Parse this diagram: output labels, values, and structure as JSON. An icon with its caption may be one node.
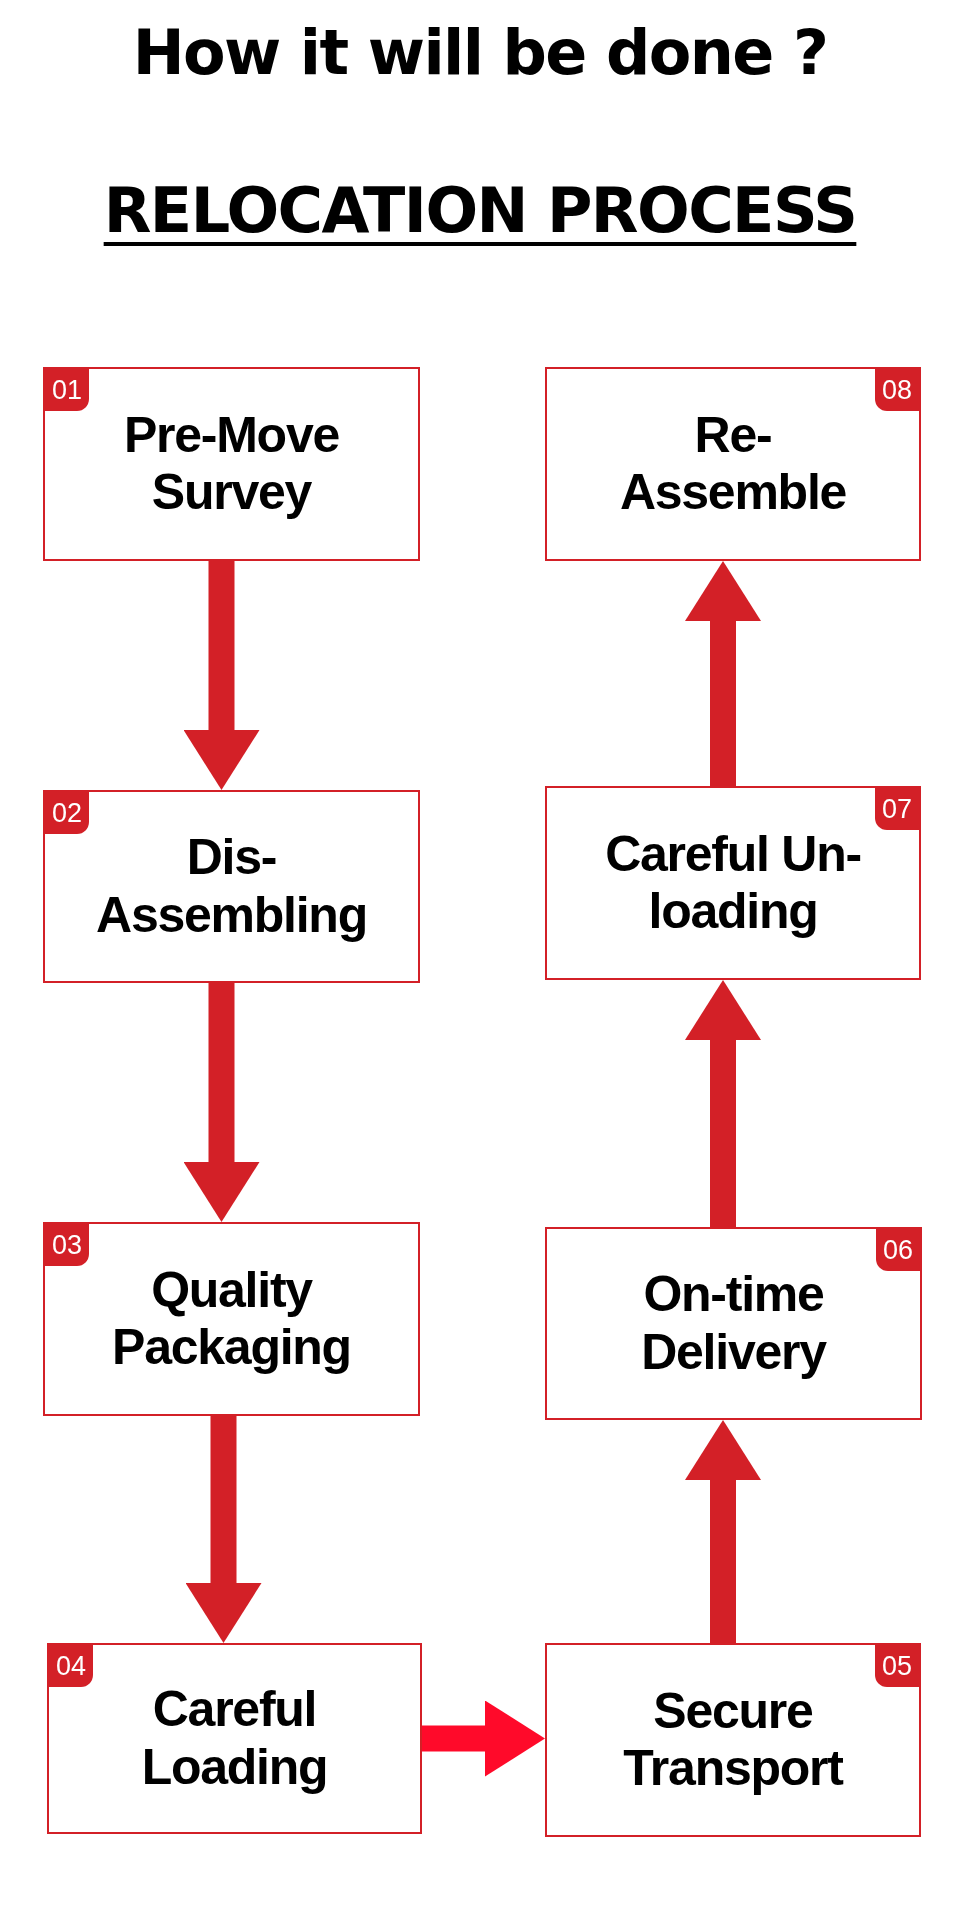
{
  "diagram": {
    "title": "How it will be done ?",
    "nodes": [
      {
        "text": [
          "01",
          "Pre-Move Survey"
        ]
      },
      {
        "text": [
          "02",
          "Dis- Assembling"
        ]
      },
      {
        "text": [
          "03",
          "Quality Packaging"
        ]
      },
      {
        "text": [
          "04",
          "Careful Loading"
        ]
      },
      {
        "text": [
          "05",
          "Secure Transport"
        ]
      },
      {
        "text": [
          "06",
          "On-time Delivery"
        ]
      },
      {
        "text": [
          "07",
          "Careful Un-loading"
        ]
      },
      {
        "text": [
          "08",
          "Re- Assemble"
        ]
      }
    ],
    "edges": [
      {
        "from": 0,
        "to": 1,
        "arrow": "to"
      },
      {
        "from": 1,
        "to": 2,
        "arrow": "to"
      },
      {
        "from": 2,
        "to": 3,
        "arrow": "to"
      },
      {
        "from": 3,
        "to": 4,
        "arrow": "to",
        "color": "#ff0a2a"
      },
      {
        "from": 4,
        "to": 5,
        "arrow": "to"
      },
      {
        "from": 5,
        "to": 6,
        "arrow": "to"
      },
      {
        "from": 6,
        "to": 7,
        "arrow": "to"
      }
    ],
    "labels": [
      "RELOCATION PROCESS"
    ]
  }
}
